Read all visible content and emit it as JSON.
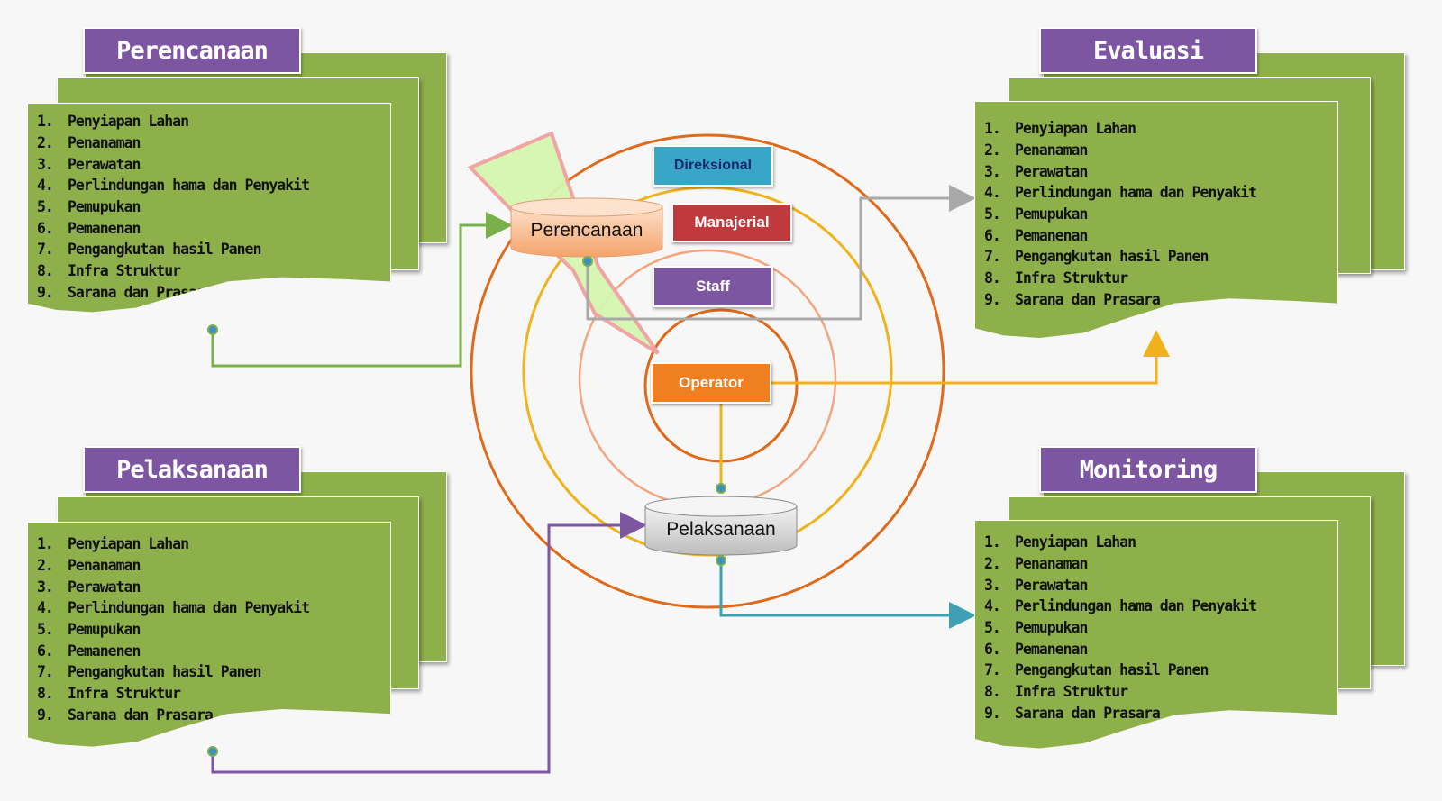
{
  "colors": {
    "page_green": "#8db04b",
    "title_purple": "#7d56a2",
    "direksional_blue": "#3aa6c7",
    "manajerial_red": "#c0393d",
    "staff_purple": "#7d56a2",
    "operator_orange": "#f07f22",
    "line_green": "#7ab04a",
    "line_gray": "#a9a9a9",
    "line_yellow": "#f0b21c",
    "line_purple": "#7d56a2",
    "line_teal": "#3ea0b5",
    "circle_outer": "#e06a1c",
    "circle_second": "#f0b21c",
    "circle_third": "#f2a57e",
    "circle_inner": "#e06a1c"
  },
  "panels": {
    "perencanaan": {
      "title": "Perencanaan",
      "items": [
        {
          "num": "1.",
          "text": "Penyiapan Lahan"
        },
        {
          "num": "2.",
          "text": "Penanaman"
        },
        {
          "num": "3.",
          "text": "Perawatan"
        },
        {
          "num": "4.",
          "text": "Perlindungan hama dan Penyakit"
        },
        {
          "num": "5.",
          "text": "Pemupukan"
        },
        {
          "num": "6.",
          "text": "Pemanenan"
        },
        {
          "num": "7.",
          "text": "Pengangkutan hasil  Panen"
        },
        {
          "num": "8.",
          "text": "Infra Struktur"
        },
        {
          "num": "9.",
          "text": "Sarana dan Prasara"
        }
      ]
    },
    "evaluasi": {
      "title": "Evaluasi",
      "items": [
        {
          "num": "1.",
          "text": "Penyiapan Lahan"
        },
        {
          "num": "2.",
          "text": "Penanaman"
        },
        {
          "num": "3.",
          "text": "Perawatan"
        },
        {
          "num": "4.",
          "text": "Perlindungan hama dan Penyakit"
        },
        {
          "num": "5.",
          "text": "Pemupukan"
        },
        {
          "num": "6.",
          "text": "Pemanenan"
        },
        {
          "num": "7.",
          "text": "Pengangkutan hasil  Panen"
        },
        {
          "num": "8.",
          "text": "Infra Struktur"
        },
        {
          "num": "9.",
          "text": "Sarana dan Prasara"
        }
      ]
    },
    "pelaksanaan": {
      "title": "Pelaksanaan",
      "items": [
        {
          "num": "1.",
          "text": "Penyiapan Lahan"
        },
        {
          "num": "2.",
          "text": "Penanaman"
        },
        {
          "num": "3.",
          "text": "Perawatan"
        },
        {
          "num": "4.",
          "text": "Perlindungan hama dan Penyakit"
        },
        {
          "num": "5.",
          "text": "Pemupukan"
        },
        {
          "num": "6.",
          "text": "Pemanenen"
        },
        {
          "num": "7.",
          "text": "Pengangkutan hasil  Panen"
        },
        {
          "num": "8.",
          "text": "Infra Struktur"
        },
        {
          "num": "9.",
          "text": "Sarana dan Prasara"
        }
      ]
    },
    "monitoring": {
      "title": "Monitoring",
      "items": [
        {
          "num": "1.",
          "text": "Penyiapan Lahan"
        },
        {
          "num": "2.",
          "text": "Penanaman"
        },
        {
          "num": "3.",
          "text": "Perawatan"
        },
        {
          "num": "4.",
          "text": "Perlindungan hama dan Penyakit"
        },
        {
          "num": "5.",
          "text": "Pemupukan"
        },
        {
          "num": "6.",
          "text": "Pemanenan"
        },
        {
          "num": "7.",
          "text": "Pengangkutan hasil  Panen"
        },
        {
          "num": "8.",
          "text": "Infra Struktur"
        },
        {
          "num": "9.",
          "text": "Sarana dan Prasara"
        }
      ]
    }
  },
  "center": {
    "perencanaan_cylinder": "Perencanaan",
    "pelaksanaan_cylinder": "Pelaksanaan",
    "direksional": "Direksional",
    "manajerial": "Manajerial",
    "staff": "Staff",
    "operator": "Operator"
  }
}
